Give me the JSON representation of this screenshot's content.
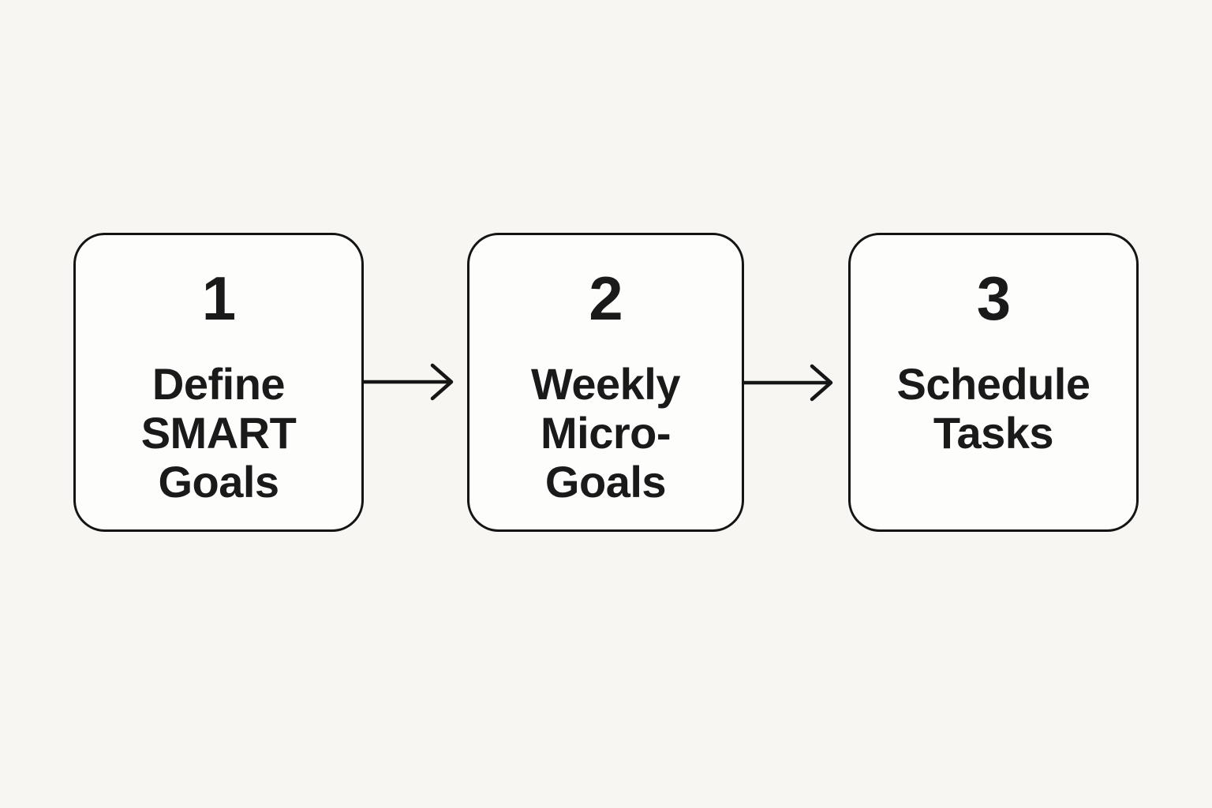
{
  "page": {
    "background_color": "#f7f6f3"
  },
  "diagram": {
    "type": "flowchart-horizontal-3-step",
    "colors": {
      "box_fill": "#fdfdfc",
      "box_border": "#141414",
      "text": "#1a1a1a",
      "arrow": "#161616"
    },
    "steps": [
      {
        "number": "1",
        "label": "Define\nSMART\nGoals"
      },
      {
        "number": "2",
        "label": "Weekly\nMicro-\nGoals"
      },
      {
        "number": "3",
        "label": "Schedule\nTasks"
      }
    ],
    "connectors": [
      {
        "from": "1",
        "to": "2",
        "style": "open-chevron-arrow"
      },
      {
        "from": "2",
        "to": "3",
        "style": "open-chevron-arrow"
      }
    ]
  }
}
